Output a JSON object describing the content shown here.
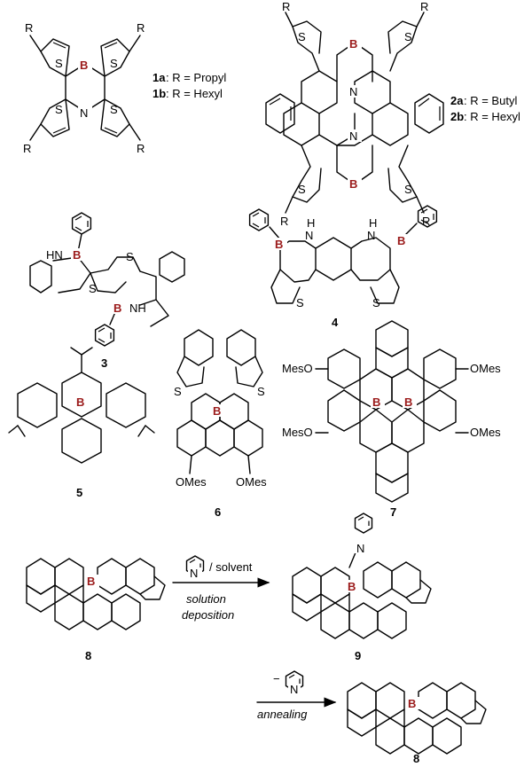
{
  "atoms": {
    "B": "B",
    "N": "N",
    "S": "S",
    "R": "R",
    "HN": "HN",
    "NH": "NH",
    "H": "H"
  },
  "substituents": {
    "OMes": "OMes",
    "MesO": "MesO"
  },
  "compound_1": {
    "a_label": "1a",
    "a_text": ": R = Propyl",
    "b_label": "1b",
    "b_text": ": R = Hexyl"
  },
  "compound_2": {
    "a_label": "2a",
    "a_text": ": R = Butyl",
    "b_label": "2b",
    "b_text": ": R = Hexyl"
  },
  "compound_labels": {
    "c3": "3",
    "c4": "4",
    "c5": "5",
    "c6": "6",
    "c7": "7",
    "c8": "8",
    "c9": "9",
    "c8b": "8"
  },
  "reaction_1": {
    "reagent_suffix": "/ solvent",
    "condition_line1": "solution",
    "condition_line2": "deposition"
  },
  "reaction_2": {
    "reagent_prefix": "−",
    "condition": "annealing"
  }
}
